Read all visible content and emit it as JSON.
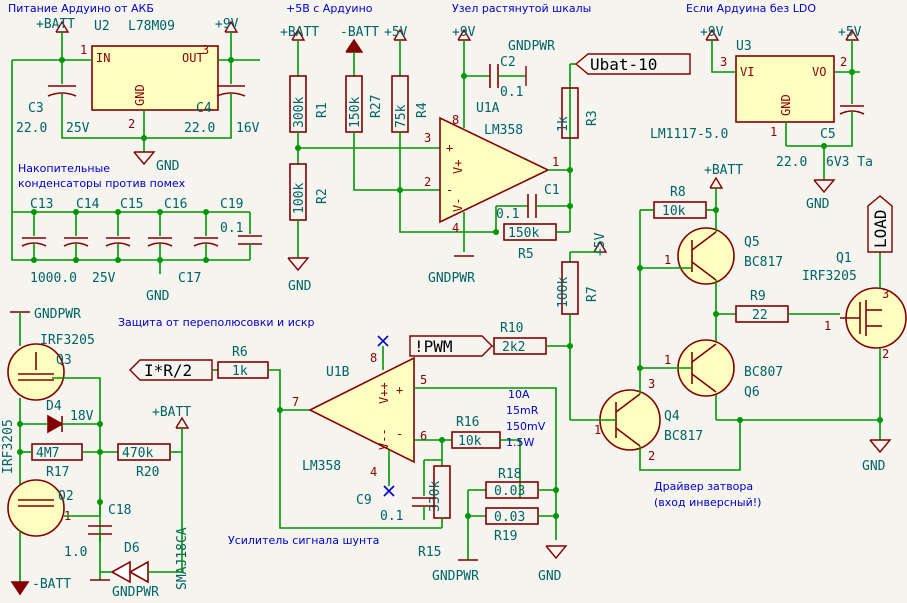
{
  "notes": {
    "power": "Питание Ардуино от АКБ",
    "plus5": "+5В с Ардуино",
    "stretch": "Узел растянутой шкалы",
    "ldo": "Если Ардуина без LDO",
    "caps1": "Накопительные",
    "caps2": "конденсаторы против помех",
    "protect": "Защита от переполюсовки и искр",
    "shuntamp": "Усилитель сигнала шунта",
    "driver1": "Драйвер затвора",
    "driver2": "(вход инверсный!)",
    "shunt1": "10A",
    "shunt2": "15mR",
    "shunt3": "150mV",
    "shunt4": "1.5W"
  },
  "power": {
    "batt": "+BATT",
    "nbatt": "-BATT",
    "v9": "+9V",
    "v5": "+5V",
    "gnd": "GND",
    "gndpwr": "GNDPWR"
  },
  "labels": {
    "ubat": "Ubat-10",
    "pwm": "!PWM",
    "ir2": "I*R/2",
    "load": "LOAD"
  },
  "parts": {
    "u2": "U2",
    "u2v": "L78M09",
    "u2in": "IN",
    "u2out": "OUT",
    "u2gnd": "GND",
    "u3": "U3",
    "u3v": "LM1117-5.0",
    "u3vi": "VI",
    "u3vo": "VO",
    "u3gnd": "GND",
    "u1a": "U1A",
    "u1b": "U1B",
    "lm358": "LM358",
    "c3": "C3",
    "c3v": "22.0",
    "c3r": "25V",
    "c4": "C4",
    "c4v": "22.0",
    "c4r": "16V",
    "c5": "C5",
    "c5v": "22.0",
    "c5r": "6V3 Ta",
    "c2": "C2",
    "c2v": "0.1",
    "c1": "C1",
    "c1v": "0.1",
    "c13": "C13",
    "c14": "C14",
    "c15": "C15",
    "c16": "C16",
    "c17": "C17",
    "c19": "C19",
    "c19v": "0.1",
    "cbank": "1000.0",
    "cbankr": "25V",
    "c18": "C18",
    "c18v": "1.0",
    "c9": "C9",
    "c9v": "0.1",
    "r1": "R1",
    "r1v": "300k",
    "r2": "R2",
    "r2v": "100k",
    "r27": "R27",
    "r27v": "150k",
    "r4": "R4",
    "r4v": "75k",
    "r3": "R3",
    "r3v": "1k",
    "r5": "R5",
    "r5v": "150k",
    "r7": "R7",
    "r7v": "100k",
    "r8": "R8",
    "r8v": "10k",
    "r9": "R9",
    "r9v": "22",
    "r10": "R10",
    "r10v": "2k2",
    "r6": "R6",
    "r6v": "1k",
    "r16": "R16",
    "r16v": "10k",
    "r15": "R15",
    "r15v": "330k",
    "r18": "R18",
    "r18v": "0.03",
    "r19": "R19",
    "r19v": "0.03",
    "r17": "R17",
    "r17v": "4M7",
    "r20": "R20",
    "r20v": "470k",
    "q1": "Q1",
    "q1v": "IRF3205",
    "q2": "Q2",
    "q3": "Q3",
    "q23v": "IRF3205",
    "q4": "Q4",
    "q4v": "BC817",
    "q5": "Q5",
    "q5v": "BC817",
    "q6": "Q6",
    "q6v": "BC807",
    "d4": "D4",
    "d4v": "18V",
    "d6": "D6",
    "d6v": "SMAJ18CA"
  },
  "pins": {
    "p1": "1",
    "p2": "2",
    "p3": "3",
    "p4": "4",
    "p5": "5",
    "p6": "6",
    "p7": "7",
    "p8": "8",
    "plus": "+",
    "minus": "-",
    "vpp": "V++",
    "vmm": "V--",
    "vp": "V+",
    "vm": "V-"
  }
}
